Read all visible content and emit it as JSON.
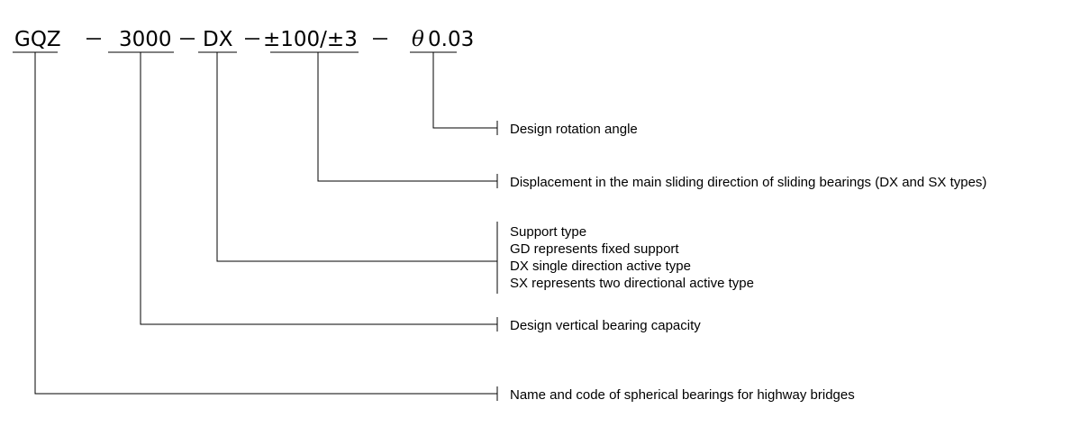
{
  "code": {
    "segments": [
      "GQZ",
      "3000",
      "DX",
      "±100/±3",
      "θ",
      "0.03"
    ],
    "separator": "—"
  },
  "descriptions": {
    "rotation": "Design rotation angle",
    "displacement": "Displacement in the main sliding direction of sliding bearings (DX and SX types)",
    "support_type": [
      "Support type",
      "GD represents fixed support",
      "DX single direction active type",
      "SX represents two directional active type"
    ],
    "capacity": "Design vertical bearing capacity",
    "name": "Name and code of spherical bearings for highway bridges"
  }
}
